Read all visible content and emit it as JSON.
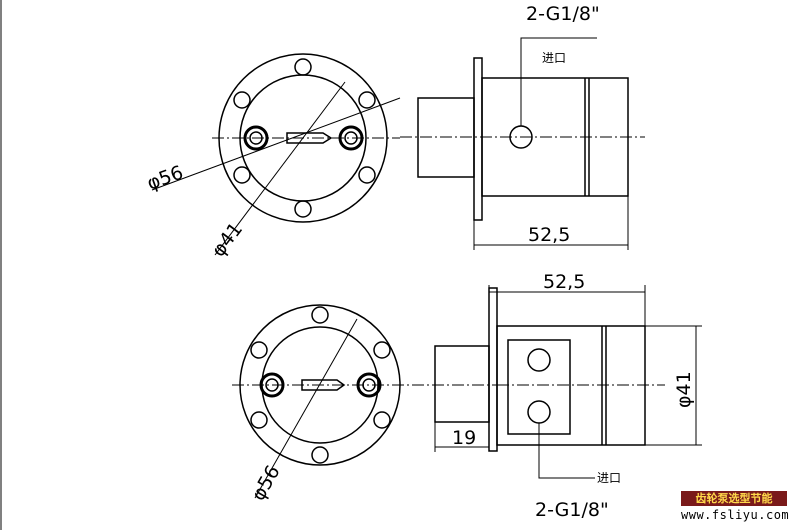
{
  "top_view": {
    "thread_label": "2-G1/8\"",
    "inlet_label": "进口",
    "diameter_outer": "φ56",
    "diameter_inner": "φ41",
    "length_dim": "52,5"
  },
  "bottom_view": {
    "thread_label": "2-G1/8\"",
    "inlet_label": "进口",
    "diameter_outer": "φ56",
    "diameter_right": "φ41",
    "length_dim": "52,5",
    "shaft_dim": "19"
  },
  "watermark": {
    "title": "齿轮泵选型节能",
    "url": "www.fsliyu.com"
  }
}
